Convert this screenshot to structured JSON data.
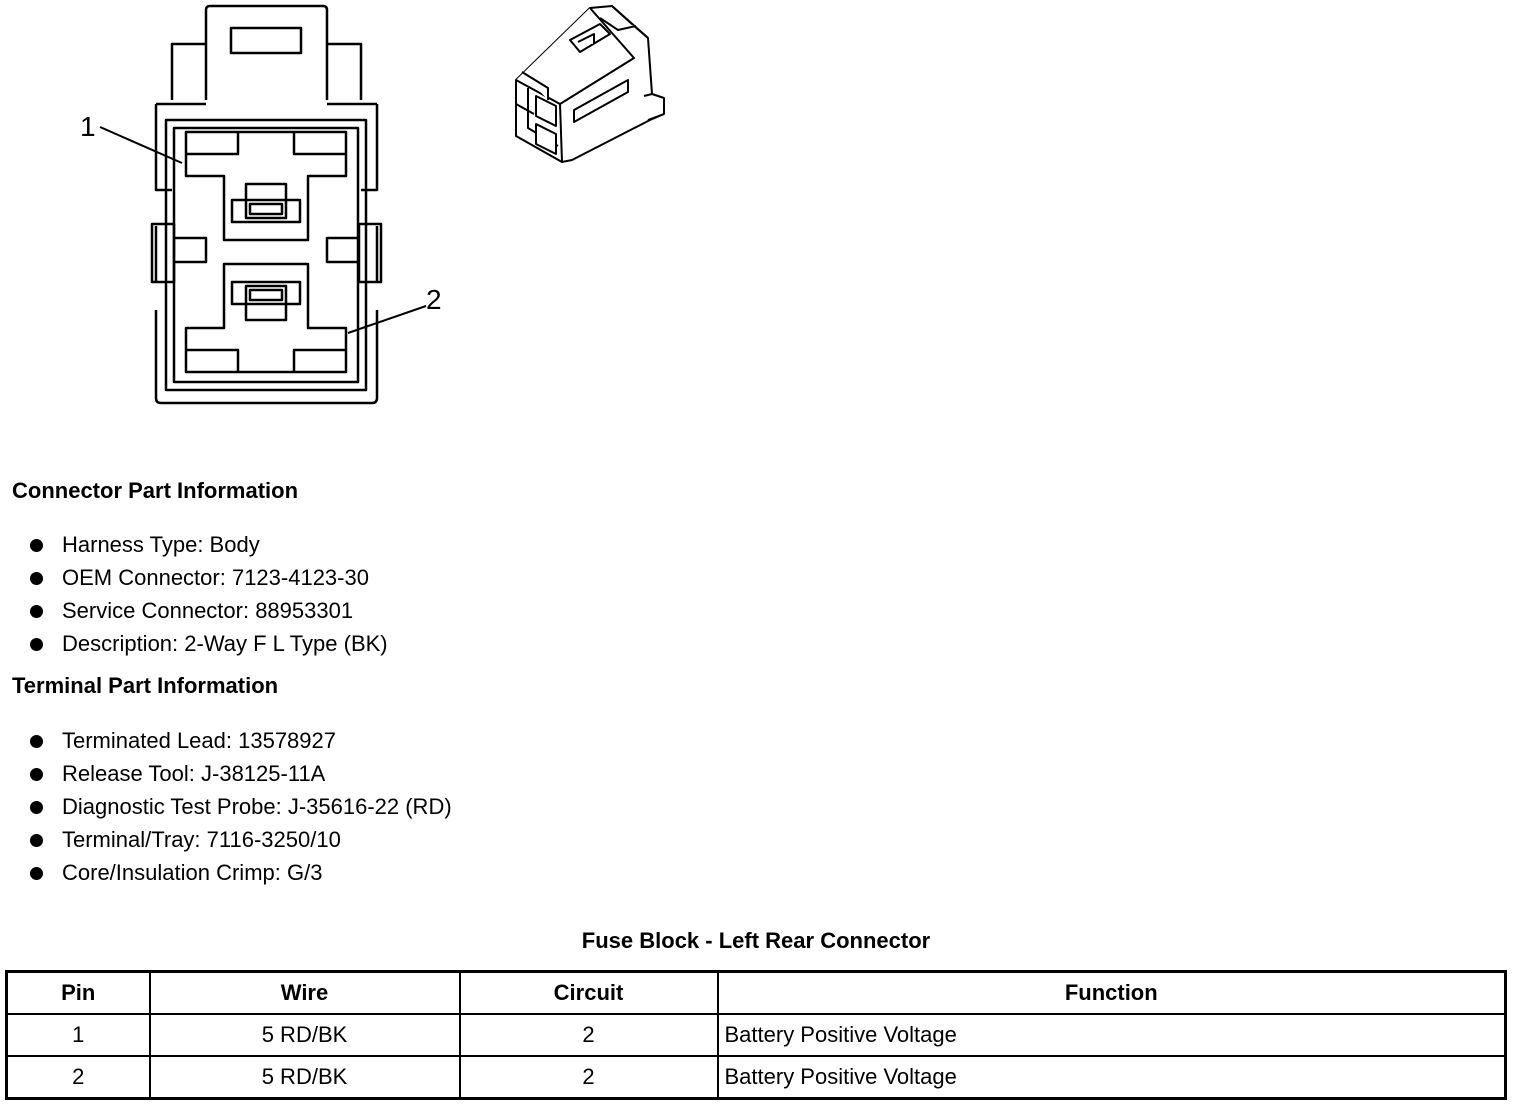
{
  "diagram": {
    "callouts": [
      "1",
      "2"
    ]
  },
  "connector_info": {
    "title": "Connector Part Information",
    "items": [
      "Harness Type: Body",
      "OEM Connector: 7123-4123-30",
      "Service Connector: 88953301",
      "Description: 2-Way F L Type (BK)"
    ]
  },
  "terminal_info": {
    "title": "Terminal Part Information",
    "items": [
      "Terminated Lead: 13578927",
      "Release Tool: J-38125-11A",
      "Diagnostic Test Probe: J-35616-22 (RD)",
      "Terminal/Tray: 7116-3250/10",
      "Core/Insulation Crimp: G/3"
    ]
  },
  "table": {
    "title": "Fuse Block - Left Rear Connector",
    "headers": [
      "Pin",
      "Wire",
      "Circuit",
      "Function"
    ],
    "rows": [
      [
        "1",
        "5 RD/BK",
        "2",
        "Battery Positive Voltage"
      ],
      [
        "2",
        "5 RD/BK",
        "2",
        "Battery Positive Voltage"
      ]
    ]
  }
}
